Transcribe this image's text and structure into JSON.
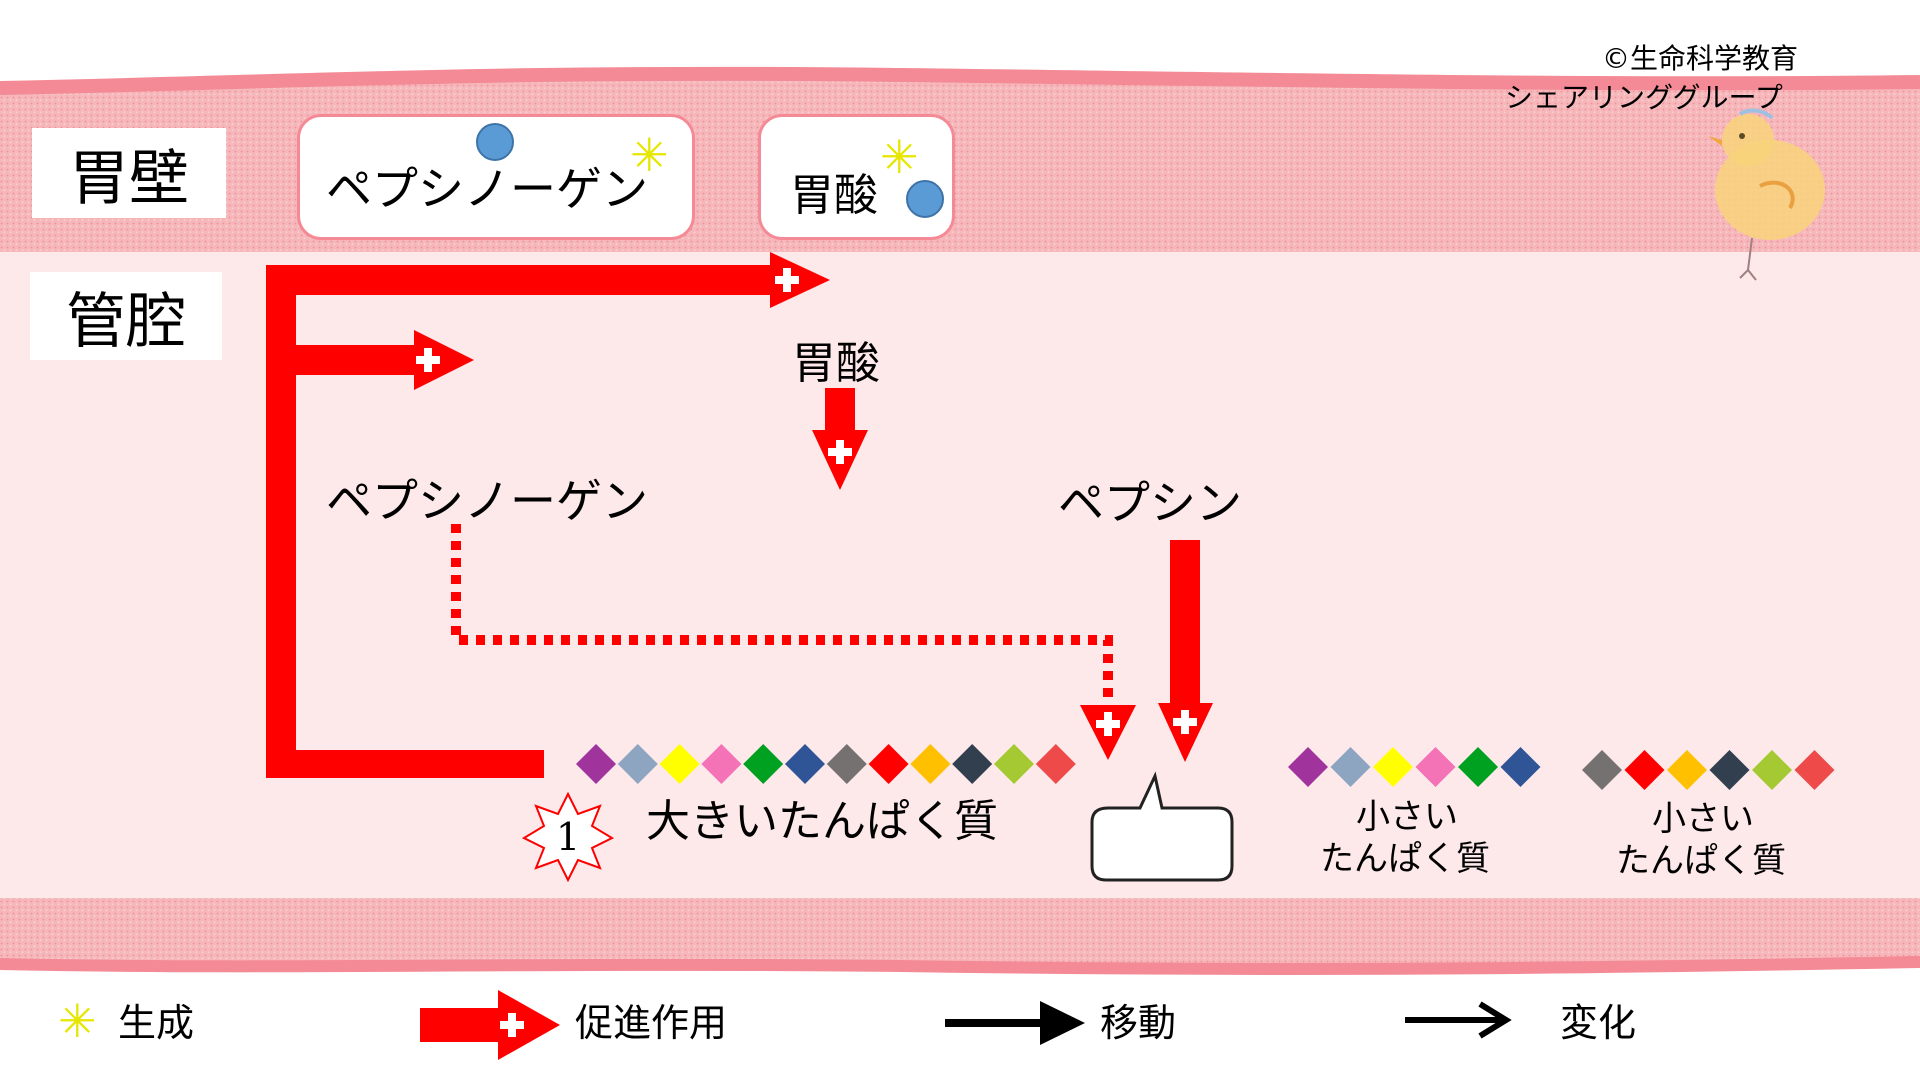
{
  "copyright": {
    "line1": "©生命科学教育",
    "line2": "シェアリンググループ"
  },
  "regions": {
    "stomach_wall": "胃壁",
    "lumen": "管腔"
  },
  "wall_items": {
    "pepsinogen": "ペプシノーゲン",
    "acid": "胃酸"
  },
  "lumen_items": {
    "acid": "胃酸",
    "pepsinogen": "ペプシノーゲン",
    "pepsin": "ペプシン",
    "large_protein": "大きいたんぱく質",
    "small_protein_1": [
      "小さい",
      "たんぱく質"
    ],
    "small_protein_2": [
      "小さい",
      "たんぱく質"
    ],
    "step_number": "1"
  },
  "legend": {
    "generate": "生成",
    "promote": "促進作用",
    "move": "移動",
    "change": "変化"
  },
  "diamond_chains": {
    "large": [
      "#a0349c",
      "#8ea5c2",
      "#ffff00",
      "#f472b6",
      "#00a020",
      "#2f5597",
      "#767171",
      "#ff0000",
      "#ffc000",
      "#323f4f",
      "#a5c933",
      "#ee4a4a"
    ],
    "small_1": [
      "#a0349c",
      "#8ea5c2",
      "#ffff00",
      "#f472b6",
      "#00a020",
      "#2f5597"
    ],
    "small_2": [
      "#767171",
      "#ff0000",
      "#ffc000",
      "#323f4f",
      "#a5c933",
      "#ee4a4a"
    ]
  },
  "colors": {
    "wall_pink": "#f7b9bd",
    "lumen_pink": "#fde8ea",
    "promote_red": "#ff0000",
    "generate_star": "#e6e600",
    "molecule_blue": "#5b9bd5"
  }
}
